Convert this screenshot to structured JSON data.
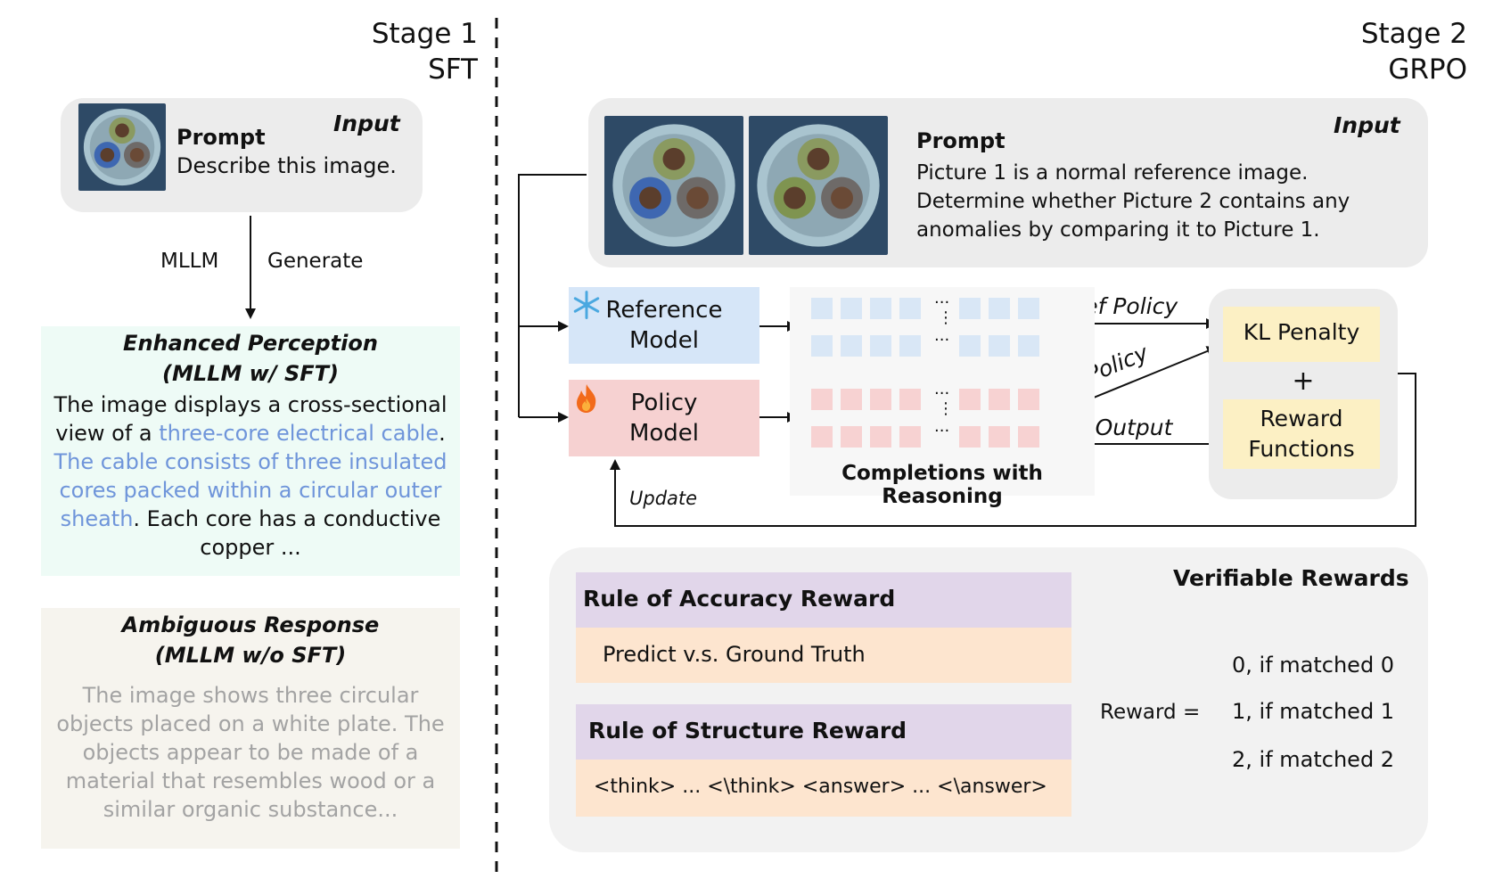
{
  "stage1": {
    "title": "Stage 1",
    "subtitle": "SFT"
  },
  "stage2": {
    "title": "Stage 2",
    "subtitle": "GRPO"
  },
  "sft_input": {
    "prompt_label": "Prompt",
    "input_label": "Input",
    "text": "Describe this image."
  },
  "arrow_labels": {
    "left": "MLLM",
    "right": "Generate"
  },
  "enhanced": {
    "title": "Enhanced Perception",
    "subtitle": "(MLLM w/ SFT)",
    "text_1": "The image displays a cross-sectional view of a ",
    "highlight_1": "three-core electrical cable",
    "text_2": ". ",
    "highlight_2": "The cable consists of three insulated cores packed within a circular outer sheath",
    "text_3": ". Each core has a conductive copper ..."
  },
  "ambiguous": {
    "title": "Ambiguous Response",
    "subtitle": "(MLLM w/o SFT)",
    "text": "The image shows three circular objects placed on a white plate. The objects appear to be made of a material that resembles wood or a similar organic substance..."
  },
  "grpo_input": {
    "prompt_label": "Prompt",
    "input_label": "Input",
    "line_1": "Picture 1 is a normal reference image.",
    "line_2": "Determine whether Picture 2 contains any",
    "line_3": "anomalies by comparing it to Picture 1."
  },
  "reference_model": {
    "line_1": "Reference",
    "line_2": "Model"
  },
  "policy_model": {
    "line_1": "Policy",
    "line_2": "Model"
  },
  "completions": {
    "label": "Completions with Reasoning",
    "ellipsis": "...",
    "vdots": "⋮"
  },
  "flow_labels": {
    "ref_policy": "Ref Policy",
    "policy": "Policy",
    "output": "Output",
    "update": "Update"
  },
  "scoring": {
    "kl": "KL Penalty",
    "plus": "+",
    "reward_1": "Reward",
    "reward_2": "Functions"
  },
  "verifiable": {
    "title": "Verifiable Rewards",
    "accuracy_title": "Rule of  Accuracy Reward",
    "accuracy_text": "Predict v.s. Ground Truth",
    "structure_title": "Rule of  Structure Reward",
    "structure_text": "<think> ... <\\think> <answer> ... <\\answer>",
    "reward_label": "Reward =",
    "cases": [
      "0, if matched 0",
      "1, if matched 1",
      "2, if matched 2"
    ]
  },
  "colors": {
    "gray_box": "#ececec",
    "enhanced_bg": "#eefbf6",
    "ambiguous_bg": "#f6f4ee",
    "ambiguous_text": "#a3a3a3",
    "highlight": "#6f95da",
    "reference_bg": "#d6e6f8",
    "policy_bg": "#f6d1d1",
    "blue_cell": "#d9e7f6",
    "red_cell": "#f7d2d2",
    "yellow": "#fcf0c4",
    "purple": "#e1d6ea",
    "peach": "#fde5cf"
  }
}
